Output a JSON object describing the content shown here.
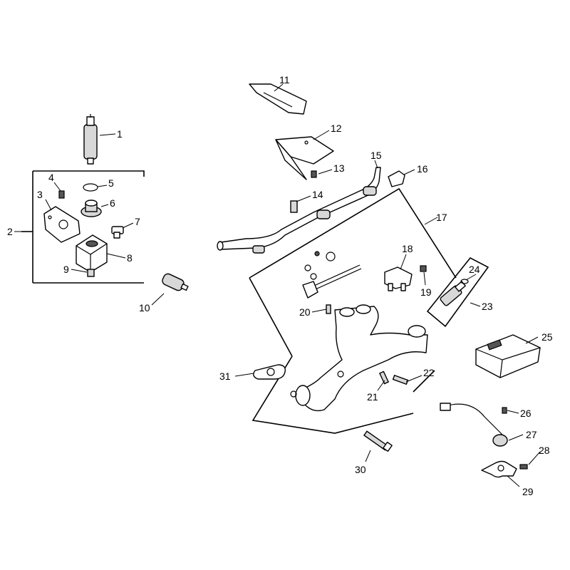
{
  "callouts": [
    "1",
    "2",
    "3",
    "4",
    "5",
    "6",
    "7",
    "8",
    "9",
    "10",
    "11",
    "12",
    "13",
    "14",
    "15",
    "16",
    "17",
    "18",
    "19",
    "20",
    "21",
    "22",
    "23",
    "24",
    "25",
    "26",
    "27",
    "28",
    "29",
    "30",
    "31"
  ]
}
